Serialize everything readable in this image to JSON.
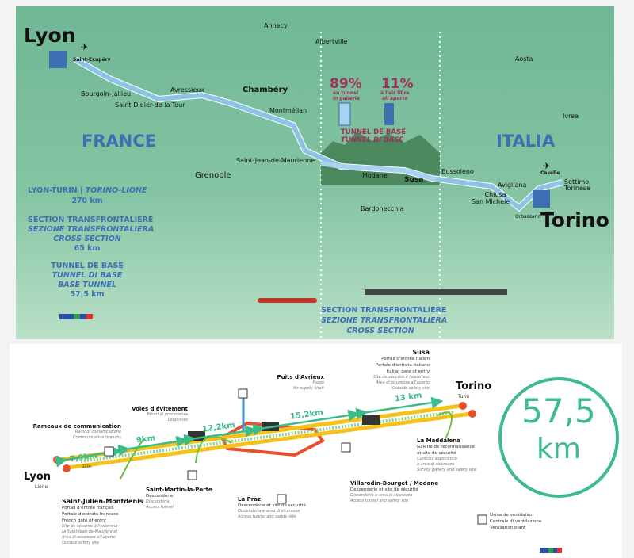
{
  "map": {
    "cities": {
      "lyon": "Lyon",
      "saint_exupery": "Saint-Exupéry",
      "annecy": "Annecy",
      "albertville": "Albertville",
      "aosta": "Aosta",
      "ivrea": "Ivrea",
      "bourgoin": "Bourgoin-Jallieu",
      "avressieux": "Avressieux",
      "chambery": "Chambéry",
      "saint_didier": "Saint-Didier-de-la-Tour",
      "montmelian": "Montmélian",
      "sjdm": "Saint-Jean-de-Maurienne",
      "grenoble": "Grenoble",
      "modane": "Modane",
      "susa": "Susa",
      "bussoleno": "Bussoleno",
      "avigliana": "Avigliana",
      "chiusa1": "Chiusa",
      "chiusa2": "San Michele",
      "orbassano": "Orbassano",
      "caselle": "Caselle",
      "settimo1": "Settimo",
      "settimo2": "Torinese",
      "torino": "Torino",
      "bardonecchia": "Bardonecchia"
    },
    "countries": {
      "france": "FRANCE",
      "italia": "ITALIA"
    },
    "info": {
      "line1": "LYON-TURIN | TORINO-LIONE",
      "line1_a": "LYON-TURIN | ",
      "line1_b": "TORINO-LIONE",
      "len1": "270 km",
      "s1": "SECTION TRANSFRONTALIERE",
      "s2": "SEZIONE TRANSFRONTALIERA",
      "s3": "CROSS SECTION",
      "len2": "65 km",
      "t1": "TUNNEL DE BASE",
      "t2": "TUNNEL DI BASE",
      "t3": "BASE TUNNEL",
      "len3": "57,5 km"
    },
    "tunnel_stats": {
      "pct_tunnel": "89%",
      "tunnel_fr": "en tunnel",
      "tunnel_it": "in galleria",
      "pct_open": "11%",
      "open_fr": "à l'air libre",
      "open_it": "all'aperto",
      "title_fr": "TUNNEL DE BASE",
      "title_it": "TUNNEL DI BASE",
      "tunnel_fraction": 0.89,
      "open_fraction": 0.11
    },
    "cross_section": {
      "fr": "SECTION TRANSFRONTALIERE",
      "it": "SEZIONE TRANSFRONTALIERA",
      "en": "CROSS SECTION"
    }
  },
  "diagram": {
    "lyon": "Lyon",
    "lione": "Lione",
    "torino": "Torino",
    "turin": "Turin",
    "small_dist": "333m",
    "distances": [
      "7,9km",
      "9km",
      "12,2km",
      "15,2km",
      "13 km"
    ],
    "rameaux": {
      "t": "Rameaux de communication",
      "a": "Rami di comunicazione",
      "b": "Communication branchs"
    },
    "voies": {
      "t": "Voies d'évitement",
      "a": "Binari di precedenza",
      "b": "Loop lines"
    },
    "puits": {
      "t": "Puits d'Avrieux",
      "a": "Pozzo",
      "b": "Air supply shaft"
    },
    "susa": {
      "t": "Susa",
      "a": "Portail d'entrée italien",
      "b": "Portale d'entrata italiano",
      "c": "Italian gate of entry",
      "d": "Site de sécurité à l'extérieur",
      "e": "Area di sicurezza all'aperto",
      "f": "Outside safety site"
    },
    "sjm": {
      "t": "Saint-Julien-Montdenis",
      "a": "Portail d'entrée français",
      "b": "Portale d'entrata francese",
      "c": "French gate of entry",
      "d": "Site de sécurité à l'extérieur",
      "e": "(à Saint-Jean-de-Maurienne)",
      "f": "Area di sicurezza all'aperto",
      "g": "Outside safety site"
    },
    "smlp": {
      "t": "Saint-Martin-la-Porte",
      "a": "Descenderie",
      "b": "Discenderia",
      "c": "Access tunnel"
    },
    "praz": {
      "t": "La Praz",
      "a": "Descenderie et site de sécurité",
      "b": "Discenderia e area di sicurezza",
      "c": "Access tunnel and safety site"
    },
    "villarodin": {
      "t": "Villarodin-Bourget / Modane",
      "a": "Descenderie et site de sécurité",
      "b": "Discenderia e area di sicurezza",
      "c": "Access tunnel and safety site"
    },
    "maddalena": {
      "t": "La Maddalena",
      "a": "Galerie de reconnaissance",
      "b": "et site de sécurité",
      "c": "Cunicolo esplorativo",
      "d": "e area di sicurezza",
      "e": "Survey gallery and safety site"
    },
    "legend": {
      "a": "Usine de ventilation",
      "b": "Centrale di ventilazione",
      "c": "Ventilation plant"
    },
    "total": {
      "value": "57,5",
      "unit": "km"
    }
  },
  "colors": {
    "route": "#8fc3e6",
    "blue": "#3d6fb3",
    "pct": "#a0305a",
    "teal": "#3dbb8a",
    "tunnel": "#f5c21b",
    "red": "#e8502a"
  }
}
